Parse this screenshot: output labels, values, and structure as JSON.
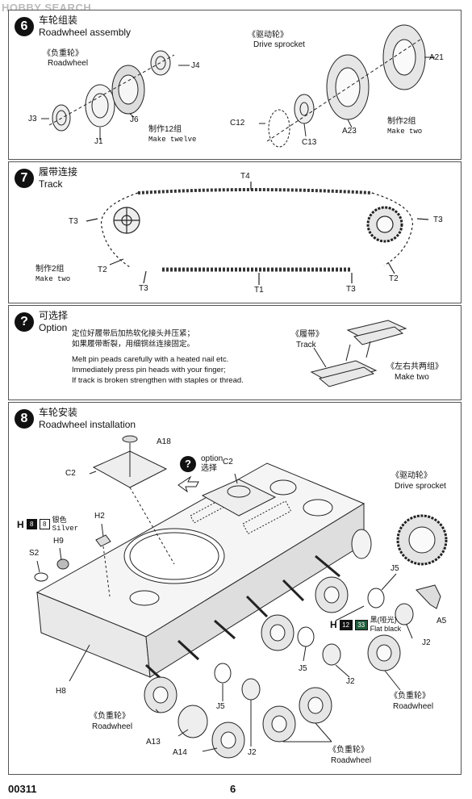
{
  "watermark": "HOBBY SEARCH",
  "step6": {
    "number": "6",
    "title_cn": "车轮组装",
    "title_en": "Roadwheel assembly",
    "roadwheel_cn": "《负重轮》",
    "roadwheel_en": "Roadwheel",
    "sprocket_cn": "《驱动轮》",
    "sprocket_en": "Drive sprocket",
    "make12_cn": "制作12组",
    "make12_en": "Make twelve",
    "make2_cn": "制作2组",
    "make2_en": "Make two",
    "parts": {
      "j4": "J4",
      "j3": "J3",
      "j1": "J1",
      "j6": "J6",
      "a21": "A21",
      "a23": "A23",
      "c12": "C12",
      "c13": "C13"
    }
  },
  "step7": {
    "number": "7",
    "title_cn": "履带连接",
    "title_en": "Track",
    "make2_cn": "制作2组",
    "make2_en": "Make two",
    "parts": {
      "t4": "T4",
      "t3": "T3",
      "t2": "T2",
      "t1": "T1"
    }
  },
  "option": {
    "icon": "?",
    "title_cn": "可选择",
    "title_en": "Option",
    "cn_line1": "定位好履带后加热软化接头并压紧；",
    "cn_line2": "如果履带断裂，用细铜丝连接固定。",
    "en_line1": "Melt pin peads carefully with a heated nail etc.",
    "en_line2": "Immediately press pin heads with your finger;",
    "en_line3": "If track is broken strengthen with staples or thread.",
    "track_cn": "《履带》",
    "track_en": "Track",
    "lr_cn": "《左右共两组》",
    "lr_en": "Make two"
  },
  "step8": {
    "number": "8",
    "title_cn": "车轮安装",
    "title_en": "Roadwheel installation",
    "option_en": "option",
    "option_cn": "选择",
    "sprocket_cn": "《驱动轮》",
    "sprocket_en": "Drive sprocket",
    "roadwheel_cn": "《负重轮》",
    "roadwheel_en": "Roadwheel",
    "paint_silver": {
      "letter": "H",
      "code1": "8",
      "code2": "8",
      "cn": "银色",
      "en": "Silver"
    },
    "paint_black": {
      "letter": "H",
      "code1": "12",
      "code2": "33",
      "cn": "黑(哑光)",
      "en": "Flat black"
    },
    "parts": {
      "a18": "A18",
      "c2": "C2",
      "h2": "H2",
      "h9": "H9",
      "s2": "S2",
      "h8": "H8",
      "a13": "A13",
      "a14": "A14",
      "j2": "J2",
      "j5": "J5",
      "a5": "A5"
    }
  },
  "footer": {
    "code": "00311",
    "page": "6"
  }
}
